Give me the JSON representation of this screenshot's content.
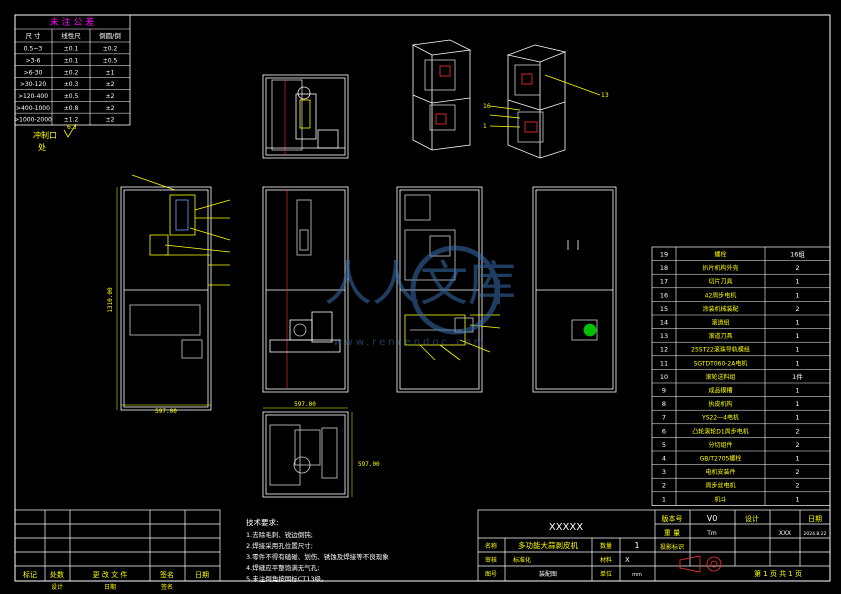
{
  "tolerance_table": {
    "title": "未 注 公 差",
    "headers": [
      "尺 寸",
      "线性尺",
      "倒圆/倒"
    ],
    "rows": [
      [
        "0.5~3",
        "±0.1",
        "±0.2"
      ],
      [
        ">3-6",
        "±0.1",
        "±0.5"
      ],
      [
        ">6-30",
        "±0.2",
        "±1"
      ],
      [
        ">30-120",
        "±0.3",
        "±2"
      ],
      [
        ">120-400",
        "±0.5",
        "±2"
      ],
      [
        ">400-1000",
        "±0.8",
        "±2"
      ],
      [
        ">1000-2000",
        "±1.2",
        "±2"
      ]
    ]
  },
  "punch_note": [
    "冲制口",
    "处"
  ],
  "roughness": "6.3",
  "dims": {
    "front_height": "1310.00",
    "front_width": "597.00",
    "top_width": "597.00",
    "top_depth": "597.00"
  },
  "views": {
    "iso_label_a": "13",
    "iso_label_b": "16",
    "iso_label_c": "1"
  },
  "bom": [
    {
      "no": "19",
      "name": "螺栓",
      "qty": "16组"
    },
    {
      "no": "18",
      "name": "扒片机构外壳",
      "qty": "2"
    },
    {
      "no": "17",
      "name": "切片刀具",
      "qty": "1"
    },
    {
      "no": "16",
      "name": "42周步电机",
      "qty": "1"
    },
    {
      "no": "15",
      "name": "涂装机械装配",
      "qty": "2"
    },
    {
      "no": "14",
      "name": "滚道组",
      "qty": "1"
    },
    {
      "no": "13",
      "name": "滚道刀具",
      "qty": "1"
    },
    {
      "no": "12",
      "name": "25ST22滚珠导轨模组",
      "qty": "1"
    },
    {
      "no": "11",
      "name": "SGTDT060-2A电机",
      "qty": "1"
    },
    {
      "no": "10",
      "name": "滚轮送料组",
      "qty": "1件"
    },
    {
      "no": "9",
      "name": "成品模槽",
      "qty": "1"
    },
    {
      "no": "8",
      "name": "执皮机构",
      "qty": "1"
    },
    {
      "no": "7",
      "name": "YS22—4电机",
      "qty": "1"
    },
    {
      "no": "6",
      "name": "凸轮滚轮D1周步电机",
      "qty": "2"
    },
    {
      "no": "5",
      "name": "分切组件",
      "qty": "2"
    },
    {
      "no": "4",
      "name": "GB/T2705螺栓",
      "qty": "1"
    },
    {
      "no": "3",
      "name": "电机安装件",
      "qty": "2"
    },
    {
      "no": "2",
      "name": "周步丝电机",
      "qty": "2"
    },
    {
      "no": "1",
      "name": "机斗",
      "qty": "1"
    }
  ],
  "tech_notes": {
    "title": "技术要求:",
    "items": [
      "1.去除毛刺、锐边倒钝;",
      "2.焊接采用孔位置尺寸;",
      "3.零件不得有磕碰、划伤、锈蚀及焊接等不良现象",
      "4.焊缝应平整饱满无气孔;",
      "5.未注倒角按国标CT13级。"
    ]
  },
  "title_block": {
    "xxxxx": "XXXXX",
    "version_label": "版本号",
    "version_value": "V0",
    "weight_label": "重 量",
    "weight_value": "Tm",
    "design_label": "设计",
    "design_value": "XXX",
    "date_label": "日期",
    "date_value": "2024.8.22",
    "drawing_name_label": "名称",
    "drawing_name": "多功能大蒜剥皮机",
    "qty_label": "数量",
    "qty_value": "1",
    "material_label": "材料",
    "material_value": "X",
    "check_label": "审核",
    "std_label": "标准化",
    "drawing_no_label": "图号",
    "drawing_no_value": "装配图",
    "unit_label": "单位",
    "unit_value": "mm",
    "sheet": "第 1 页  共 1 页",
    "proj_label": "投影标识",
    "rev_headers": [
      "标记",
      "处数",
      "更 改 文 件",
      "签名",
      "日期"
    ],
    "rev_headers2": [
      "设计",
      "日期",
      "签名"
    ]
  },
  "watermark": {
    "main": "人人文库",
    "sub": "www.renrendoc.com"
  },
  "colors": {
    "bg": "#000000",
    "line": "#ffffff",
    "yellow": "#ffff00",
    "magenta": "#ff00ff",
    "red": "#ff3030",
    "cyan": "#00ffff",
    "blue": "#2a5aa8",
    "green": "#00c000",
    "watermark": "#3a6fb0"
  }
}
